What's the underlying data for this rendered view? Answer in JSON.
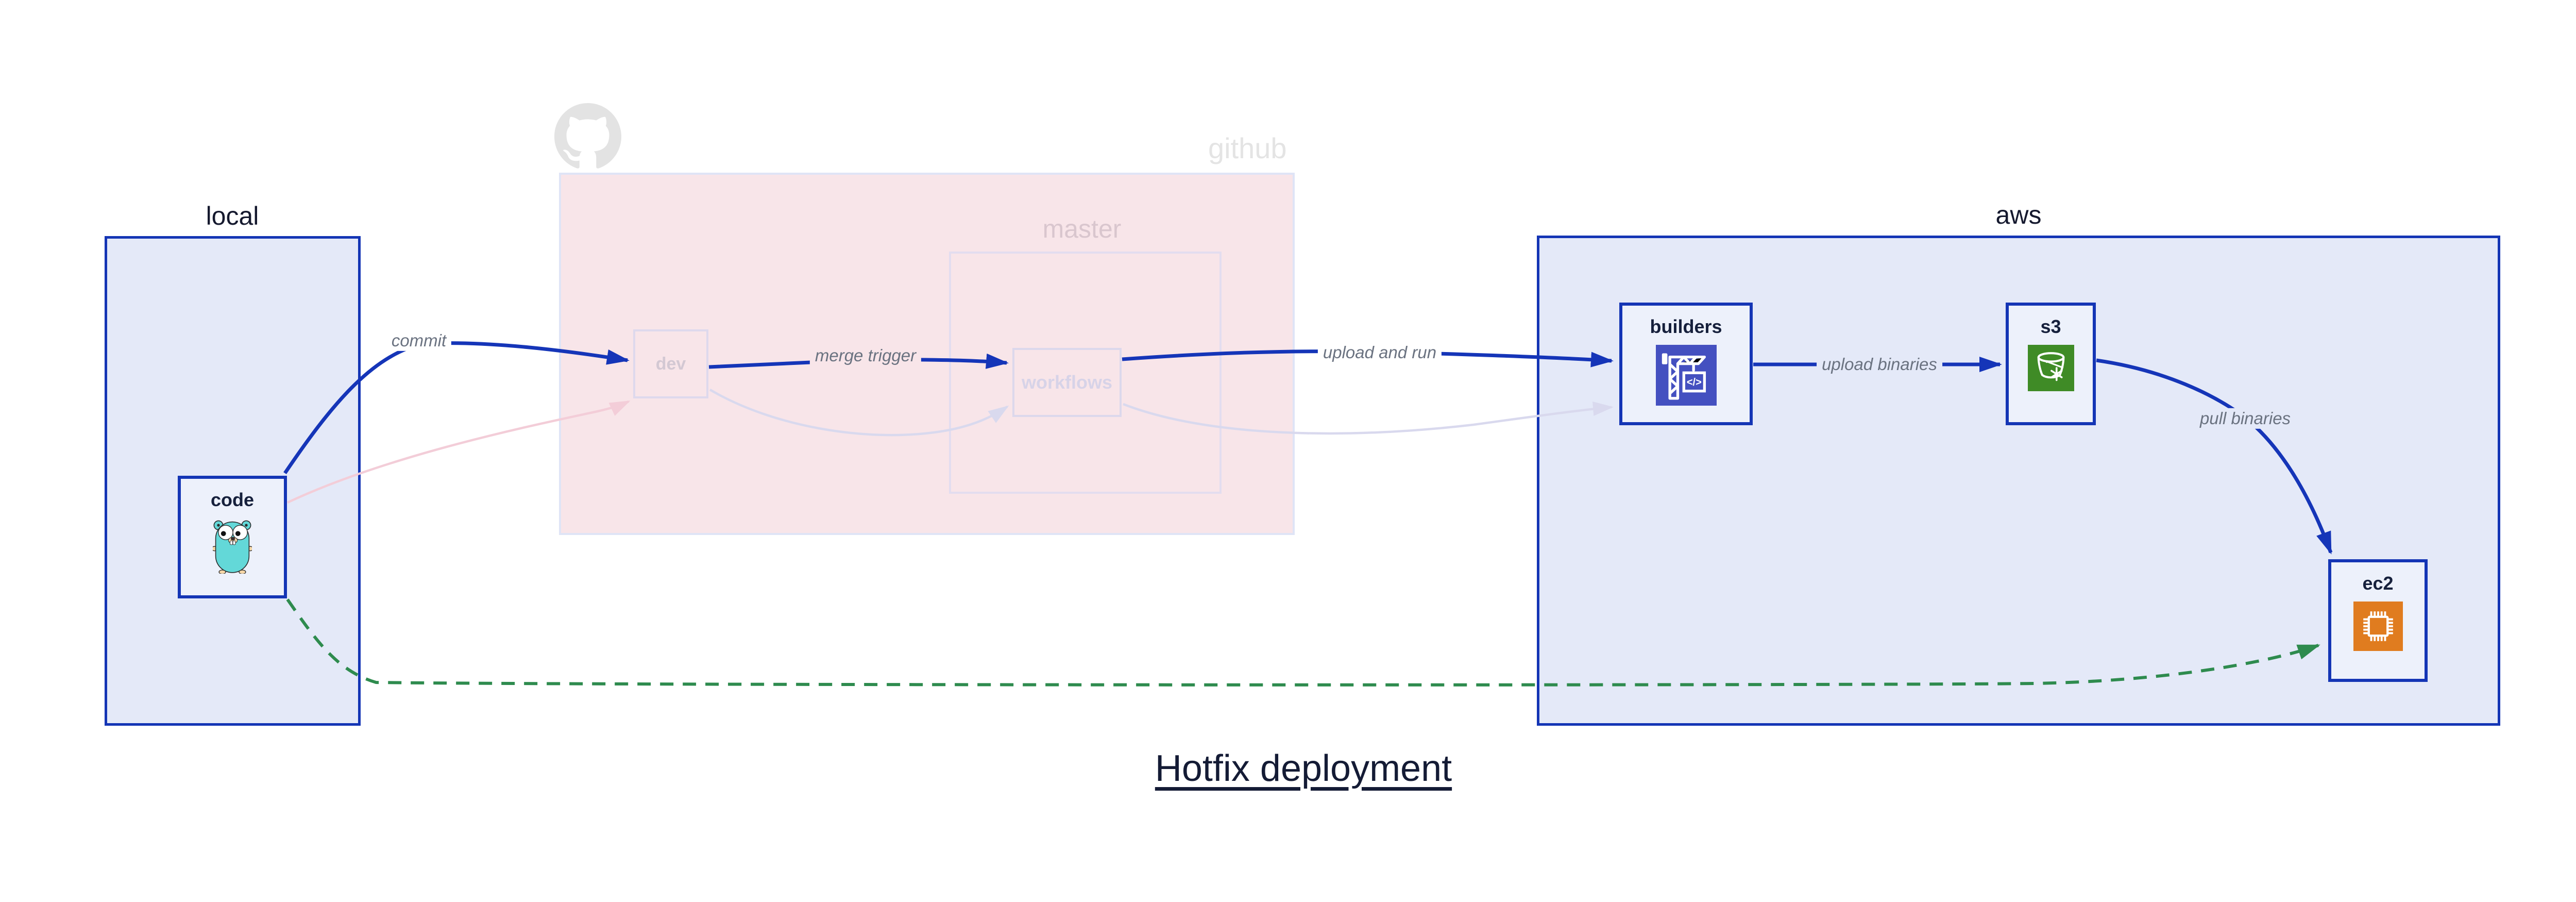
{
  "title": "Hotfix deployment",
  "containers": {
    "local": {
      "label": "local"
    },
    "github": {
      "label": "github"
    },
    "master": {
      "label": "master"
    },
    "aws": {
      "label": "aws"
    }
  },
  "nodes": {
    "code": {
      "label": "code"
    },
    "dev": {
      "label": "dev"
    },
    "workflows": {
      "label": "workflows"
    },
    "builders": {
      "label": "builders"
    },
    "s3": {
      "label": "s3"
    },
    "ec2": {
      "label": "ec2"
    }
  },
  "edges": [
    {
      "from": "code",
      "to": "dev",
      "label": "commit",
      "style": "hotfix-blue"
    },
    {
      "from": "dev",
      "to": "workflows",
      "label": "merge trigger",
      "style": "hotfix-blue"
    },
    {
      "from": "workflows",
      "to": "builders",
      "label": "upload and run",
      "style": "hotfix-blue"
    },
    {
      "from": "builders",
      "to": "s3",
      "label": "upload binaries",
      "style": "hotfix-blue"
    },
    {
      "from": "s3",
      "to": "ec2",
      "label": "pull binaries",
      "style": "hotfix-blue"
    },
    {
      "from": "code",
      "to": "ec2",
      "label": "",
      "style": "green-dashed-direct"
    },
    {
      "from": "code",
      "to": "dev",
      "label": "",
      "style": "faded-pink-normal-flow"
    },
    {
      "from": "dev",
      "to": "workflows",
      "label": "",
      "style": "faded-lavender-normal-flow"
    },
    {
      "from": "workflows",
      "to": "builders",
      "label": "",
      "style": "faded-lavender-normal-flow"
    }
  ],
  "icons": {
    "code": "go-gopher-icon",
    "builders": "codebuild-crane-icon",
    "builders_code_glyph": "</>",
    "s3": "s3-bucket-snowflake-icon",
    "ec2": "ec2-chip-icon",
    "github": "github-octocat-logo"
  },
  "colors": {
    "hotfix_edge": "#1535b8",
    "direct_hotfix_edge_green": "#2e8b4e",
    "faded_lavender_edge": "#d9d9ee",
    "faded_pink_edge": "#f3cdd8",
    "container_border_blue": "#1435b5",
    "container_fill_lavender": "#e4e9f8",
    "github_fill_pink": "#f8e5e9",
    "node_fill": "#edf1fb",
    "builders_icon_bg": "#4450c0",
    "s3_icon_bg": "#3f8b26",
    "ec2_icon_bg": "#e07c1f",
    "edge_label_text": "#6a7280",
    "title_text": "#141b35",
    "github_logo_gray": "#e3e3e3"
  }
}
